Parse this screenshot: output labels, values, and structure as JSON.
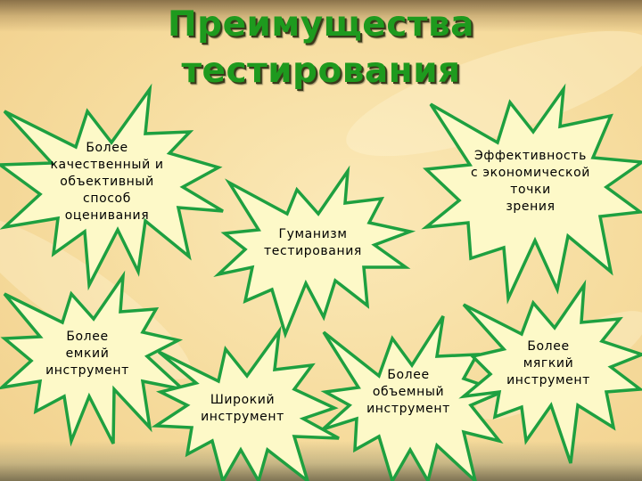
{
  "slide": {
    "title_lines": [
      "Преимущества",
      "тестирования"
    ],
    "colors": {
      "title": "#1e9a1e",
      "star_fill": "#fdf9c8",
      "star_outline": "#1ea040",
      "background": "#f6dc9e",
      "text": "#000000"
    },
    "stars": [
      {
        "id": "quality",
        "lines": [
          "Более",
          "качественный и",
          "объективный",
          "способ",
          "оценивания"
        ]
      },
      {
        "id": "efficiency",
        "lines": [
          "Эффективность",
          "с экономической",
          "точки",
          "зрения"
        ]
      },
      {
        "id": "humanism",
        "lines": [
          "Гуманизм",
          "тестирования"
        ]
      },
      {
        "id": "capacious",
        "lines": [
          "Более",
          "емкий",
          "инструмент"
        ]
      },
      {
        "id": "broad",
        "lines": [
          "Широкий",
          "инструмент"
        ]
      },
      {
        "id": "voluminous",
        "lines": [
          "Более",
          "объемный",
          "инструмент"
        ]
      },
      {
        "id": "soft",
        "lines": [
          "Более",
          "мягкий",
          "инструмент"
        ]
      }
    ]
  }
}
